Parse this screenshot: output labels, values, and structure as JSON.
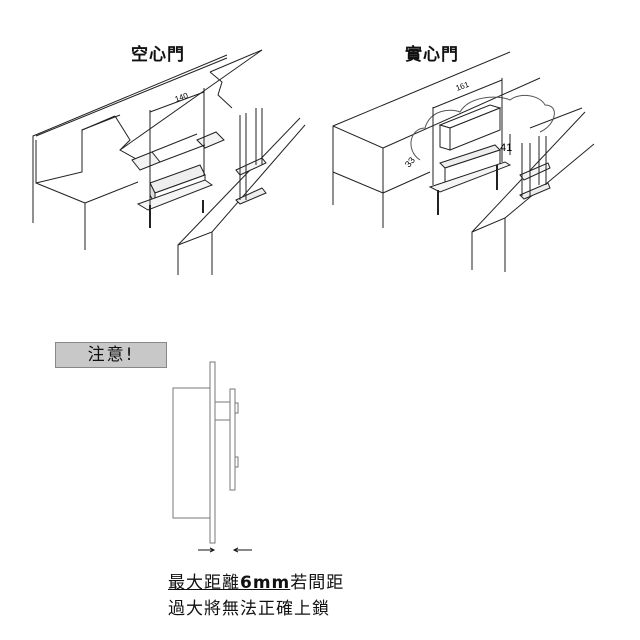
{
  "hollow_door": {
    "title": "空心門",
    "dimension_width": "140"
  },
  "solid_door": {
    "title": "實心門",
    "dimension_width": "161",
    "dimension_height": "41",
    "dimension_depth": "33"
  },
  "warning": {
    "label": "注意!",
    "line1_underlined": "最大距離",
    "line1_bold": "6mm",
    "line1_rest": "若間距",
    "line2": "過大將無法正確上鎖"
  }
}
